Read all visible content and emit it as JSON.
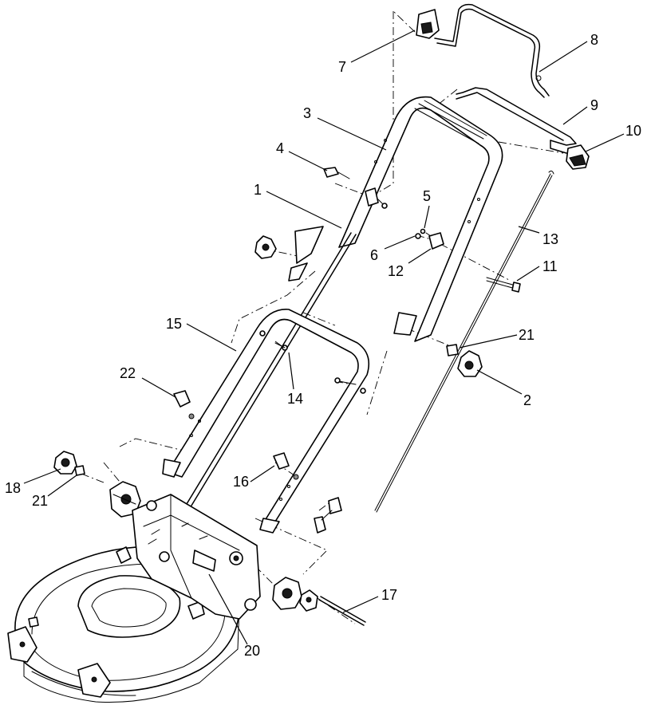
{
  "diagram": {
    "callouts": [
      {
        "id": "c1",
        "text": "1"
      },
      {
        "id": "c2",
        "text": "2"
      },
      {
        "id": "c3",
        "text": "3"
      },
      {
        "id": "c4",
        "text": "4"
      },
      {
        "id": "c5",
        "text": "5"
      },
      {
        "id": "c6",
        "text": "6"
      },
      {
        "id": "c7",
        "text": "7"
      },
      {
        "id": "c8",
        "text": "8"
      },
      {
        "id": "c9",
        "text": "9"
      },
      {
        "id": "c10",
        "text": "10"
      },
      {
        "id": "c11",
        "text": "11"
      },
      {
        "id": "c12",
        "text": "12"
      },
      {
        "id": "c13",
        "text": "13"
      },
      {
        "id": "c14",
        "text": "14"
      },
      {
        "id": "c15",
        "text": "15"
      },
      {
        "id": "c16",
        "text": "16"
      },
      {
        "id": "c17",
        "text": "17"
      },
      {
        "id": "c18",
        "text": "18"
      },
      {
        "id": "c20",
        "text": "20"
      },
      {
        "id": "c21a",
        "text": "21"
      },
      {
        "id": "c21b",
        "text": "21"
      },
      {
        "id": "c22",
        "text": "22"
      }
    ]
  }
}
